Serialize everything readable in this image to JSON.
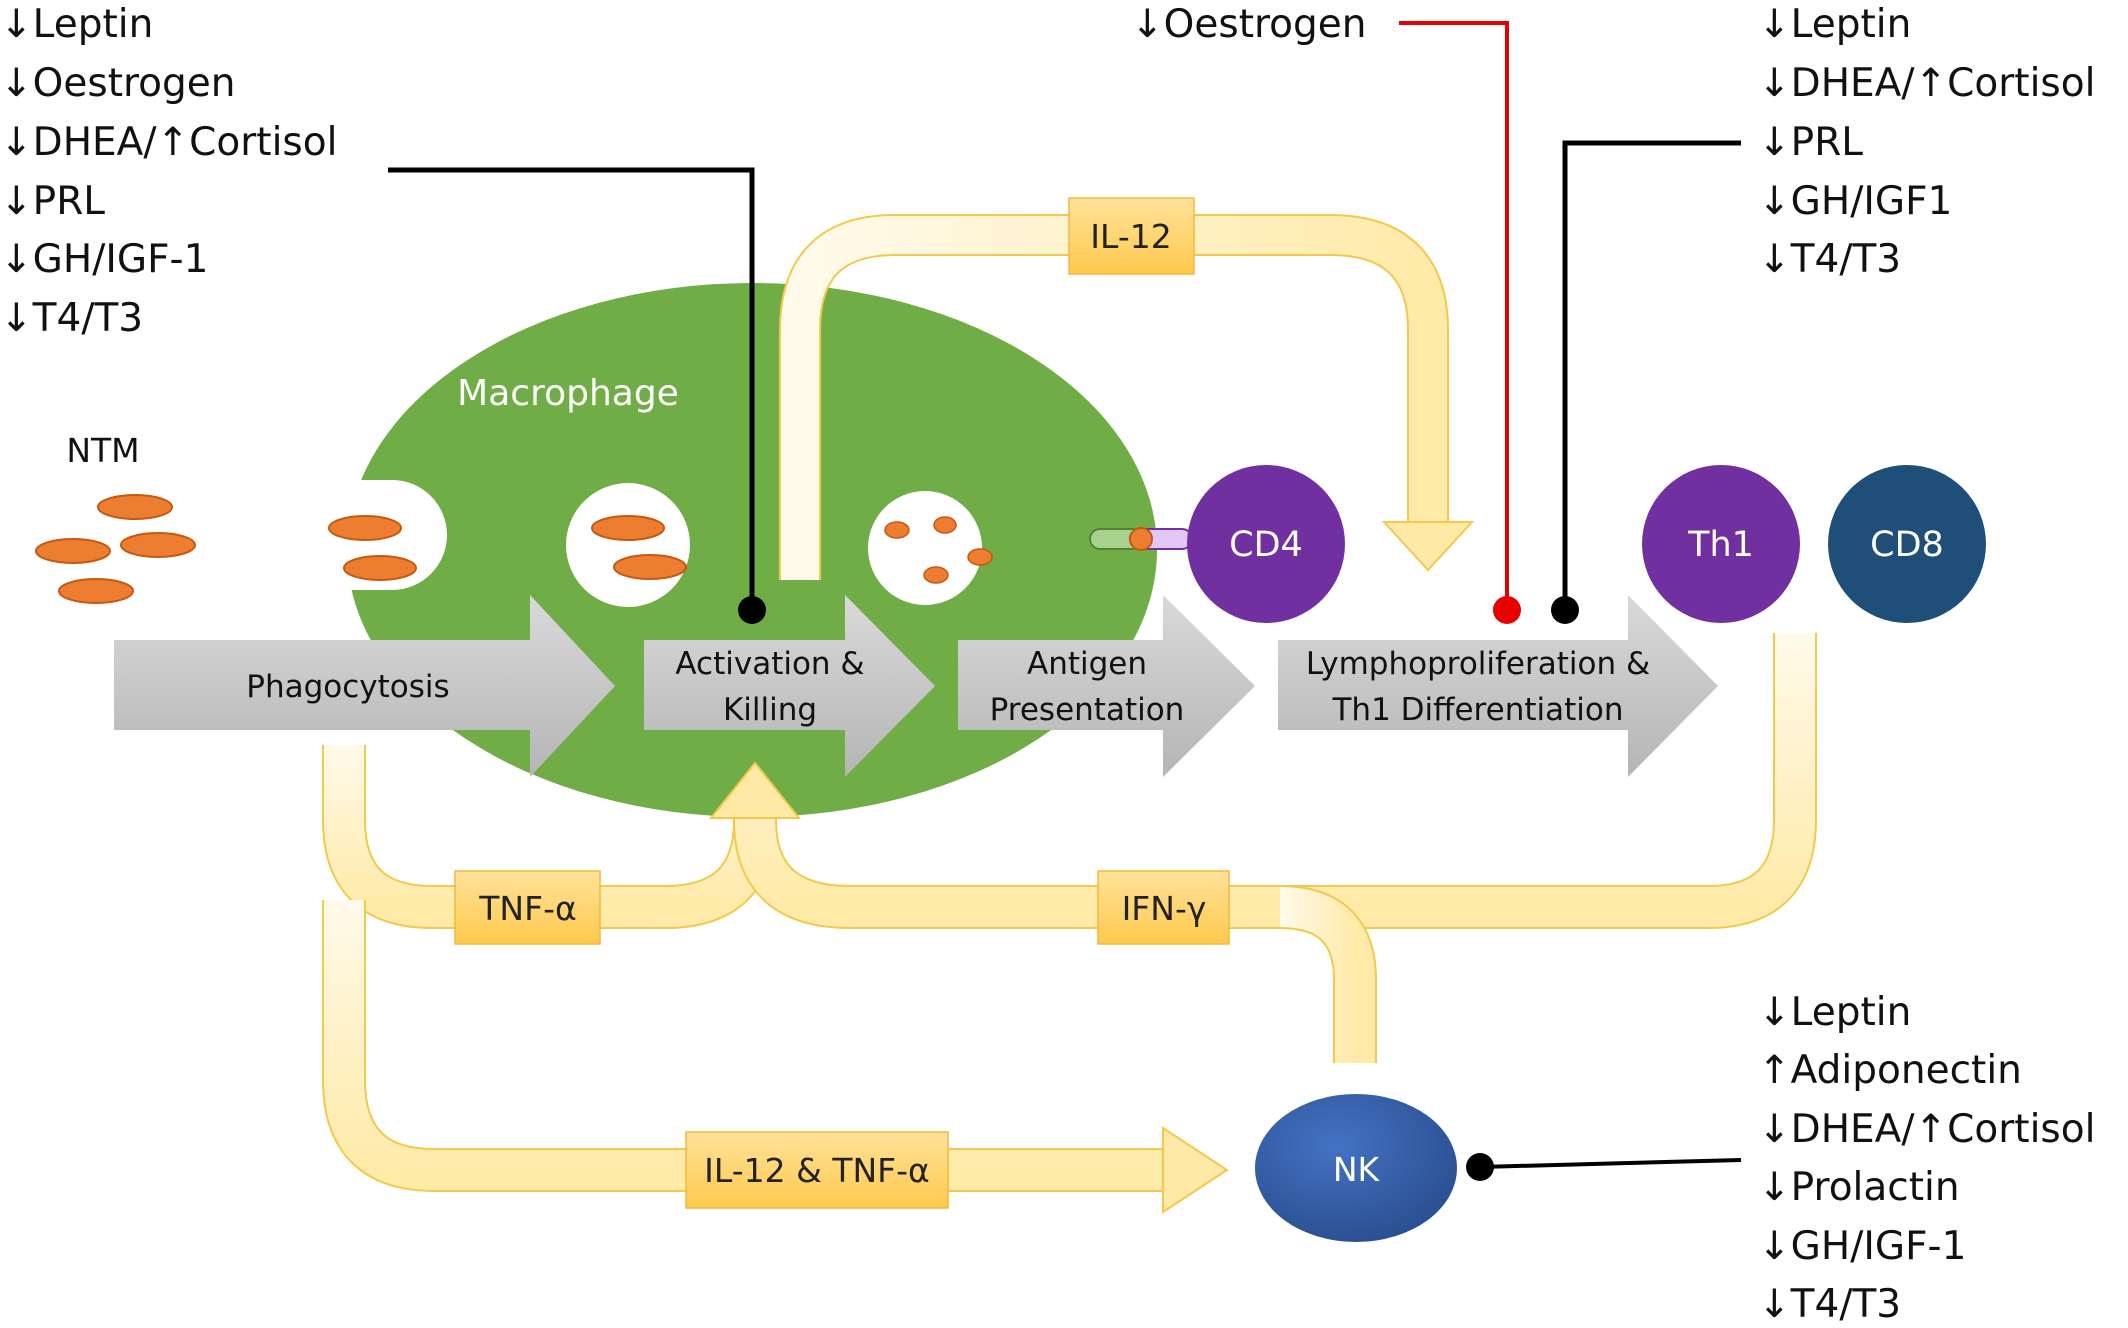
{
  "colors": {
    "macrophage": "#70ad47",
    "bacteria": "#ed7d31",
    "cd4": "#7030a0",
    "th1": "#7030a0",
    "cd8": "#1f4e79",
    "nk": "#2f5597",
    "inhibitor_red": "#e60000",
    "inhibitor_black": "#000000",
    "cytokine_box": "#ffd36b",
    "flow_arrow": "#fff2c6",
    "process_arrow": "#c8c8c8"
  },
  "labels": {
    "ntm": "NTM",
    "macrophage": "Macrophage",
    "cd4": "CD4",
    "th1": "Th1",
    "cd8": "CD8",
    "nk": "NK"
  },
  "cytokines": {
    "il12_top": "IL-12",
    "tnf": "TNF-α",
    "ifn": "IFN-γ",
    "il12_tnf": "IL-12 & TNF-α"
  },
  "process_steps": [
    {
      "lines": [
        "Phagocytosis"
      ]
    },
    {
      "lines": [
        "Activation &",
        "Killing"
      ]
    },
    {
      "lines": [
        "Antigen",
        "Presentation"
      ]
    },
    {
      "lines": [
        "Lymphoproliferation &",
        "Th1 Differentiation"
      ]
    }
  ],
  "hormone_lists": {
    "top_left": [
      "↓Leptin",
      "↓Oestrogen",
      "↓DHEA/↑Cortisol",
      "↓PRL",
      "↓GH/IGF-1",
      "↓T4/T3"
    ],
    "top_middle": [
      "↓Oestrogen"
    ],
    "top_right": [
      "↓Leptin",
      "↓DHEA/↑Cortisol",
      "↓PRL",
      "↓GH/IGF1",
      "↓T4/T3"
    ],
    "bottom_right": [
      "↓Leptin",
      "↑Adiponectin",
      "↓DHEA/↑Cortisol",
      "↓Prolactin",
      "↓GH/IGF-1",
      "↓T4/T3"
    ]
  }
}
